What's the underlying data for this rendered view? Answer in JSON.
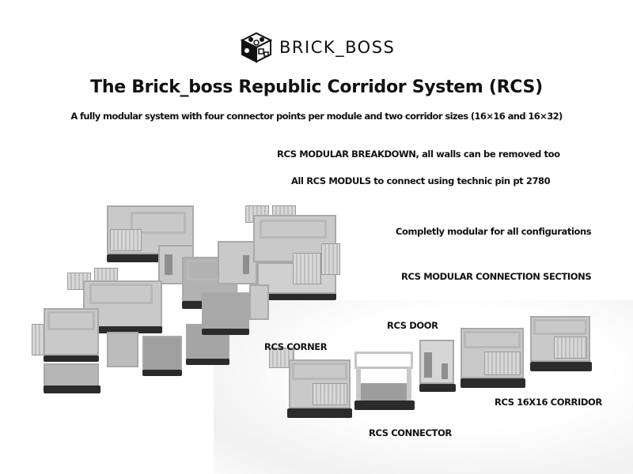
{
  "logo": {
    "icon": "brick-cube-icon",
    "text": "BRICK_BOSS"
  },
  "title": "The Brick_boss Republic Corridor System (RCS)",
  "subtitle": "A fully modular system with four connector points per module and two corridor sizes (16×16 and 16×32)",
  "notes": {
    "breakdown": "RCS MODULAR BREAKDOWN, all walls can be removed too",
    "connect": "All RCS MODULS to connect using technic pin pt 2780",
    "modular": "Completly modular for all configurations",
    "sections": "RCS MODULAR CONNECTION SECTIONS"
  },
  "modules": [
    {
      "label": "RCS CORNER"
    },
    {
      "label": "RCS CONNECTOR"
    },
    {
      "label": "RCS DOOR"
    },
    {
      "label": "RCS 16X16 CORRIDOR"
    }
  ],
  "images": {
    "exploded": "exploded-assembly-render",
    "sections": "module-sections-render"
  }
}
